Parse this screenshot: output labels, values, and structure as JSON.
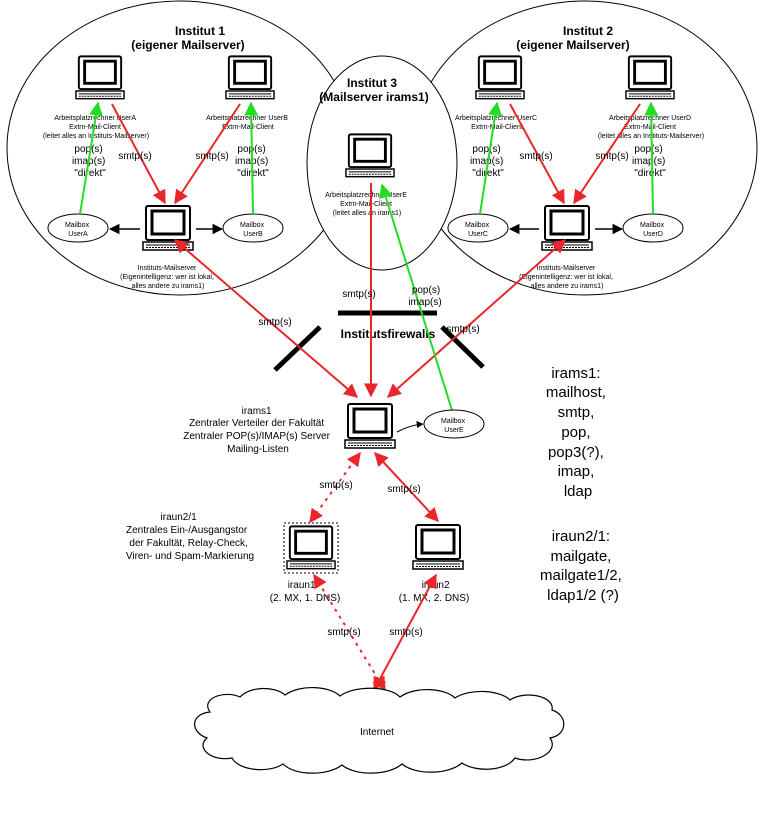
{
  "inst1": {
    "title1": "Institut 1",
    "title2": "(eigener Mailserver)",
    "wsA": [
      "Arbeitsplatzrechner UserA",
      "Extrn-Mail-Client",
      "(leitet alles an Instituts-Mailserver)"
    ],
    "wsB": [
      "Arbeitsplatzrechner UserB",
      "Extrn-Mail-Client"
    ],
    "proto": [
      "pop(s)",
      "imap(s)",
      "\"direkt\""
    ],
    "mbA": [
      "Mailbox",
      "UserA"
    ],
    "mbB": [
      "Mailbox",
      "UserB"
    ],
    "srv": [
      "Instituts-Mailserver",
      "(Eigenintelligenz: wer ist lokal,",
      "alles andere zu irams1)"
    ]
  },
  "inst3": {
    "title1": "Institut 3",
    "title2": "(Mailserver irams1)",
    "wsE": [
      "Arbeitsplatzrechner UserE",
      "Extrn-Mail-Client",
      "(leitet alles an irams1)"
    ]
  },
  "inst2": {
    "title1": "Institut 2",
    "title2": "(eigener Mailserver)",
    "wsC": [
      "Arbeitsplatzrechner UserC",
      "Extrn-Mail-Client"
    ],
    "wsD": [
      "Arbeitsplatzrechner UserD",
      "Extrn-Mail-Client",
      "(leitet alles an Instituts-Mailserver)"
    ],
    "proto": [
      "pop(s)",
      "imap(s)",
      "\"direkt\""
    ],
    "mbC": [
      "Mailbox",
      "UserC"
    ],
    "mbD": [
      "Mailbox",
      "UserD"
    ],
    "srv": [
      "Instituts-Mailserver",
      "(Eigenintelligenz: wer ist lokal,",
      "alles andere zu irams1)"
    ]
  },
  "edges": {
    "smtp": "smtp(s)",
    "pop": "pop(s)",
    "imap": "imap(s)"
  },
  "firewalls": "Institutsfirewalls",
  "irams1": {
    "lines": [
      "irams1",
      "Zentraler Verteiler der Fakultät",
      "Zentraler POP(s)/IMAP(s) Server",
      "Mailing-Listen"
    ],
    "mbE": [
      "Mailbox",
      "UserE"
    ]
  },
  "iraun": {
    "lines": [
      "iraun2/1",
      "Zentrales Ein-/Ausgangstor",
      "der Fakultät, Relay-Check,",
      "Viren- und Spam-Markierung"
    ],
    "iraun1": [
      "iraun1",
      "(2. MX, 1. DNS)"
    ],
    "iraun2": [
      "iraun2",
      "(1. MX, 2. DNS)"
    ]
  },
  "internet": "Internet",
  "notes": {
    "irams1": [
      "irams1:",
      "mailhost,",
      "smtp,",
      "pop,",
      "pop3(?),",
      "imap,",
      "ldap"
    ],
    "iraun": [
      "iraun2/1:",
      "mailgate,",
      "mailgate1/2,",
      "ldap1/2 (?)"
    ]
  },
  "colors": {
    "smtp": "#e8262b",
    "pop": "#22dd22",
    "line": "#000000"
  }
}
